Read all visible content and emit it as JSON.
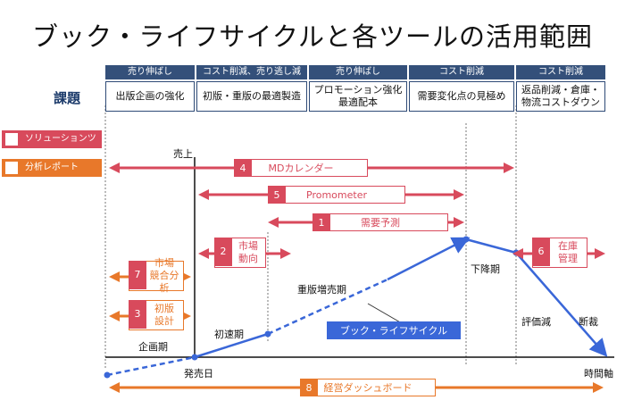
{
  "title": "ブック・ライフサイクルと各ツールの活用範囲",
  "kadai_label": "課題",
  "columns": [
    {
      "category": "売り伸ばし",
      "issue": "出版企画の強化"
    },
    {
      "category": "コスト削減、売り逃し減",
      "issue": "初版・重版の最適製造"
    },
    {
      "category": "売り伸ばし",
      "issue": "プロモーション強化\n最適配本"
    },
    {
      "category": "コスト削減",
      "issue": "需要変化点の見極め"
    },
    {
      "category": "コスト削減",
      "issue": "返品削減・倉庫・\n物流コストダウン"
    }
  ],
  "legend": {
    "solution": "ソリューションツール",
    "report": "分析レポート"
  },
  "axes": {
    "y": "売上",
    "x": "時間軸",
    "release": "発売日"
  },
  "phases": {
    "planning": "企画期",
    "early": "初速期",
    "reprint": "重版増売期",
    "decline": "下降期",
    "evaluation": "評価減",
    "discontinue": "断裁"
  },
  "tools": {
    "t4": {
      "num": "4",
      "label": "MDカレンダー"
    },
    "t5": {
      "num": "5",
      "label": "Promometer"
    },
    "t1": {
      "num": "1",
      "label": "需要予測"
    },
    "t2": {
      "num": "2",
      "label": "市場\n動向"
    },
    "t6": {
      "num": "6",
      "label": "在庫\n管理"
    },
    "t7": {
      "num": "7",
      "label": "市場\n競合分析"
    },
    "t3": {
      "num": "3",
      "label": "初版\n設計"
    },
    "t8": {
      "num": "8",
      "label": "経営ダッシュボード"
    }
  },
  "plc_label": "ブック・ライフサイクル",
  "colors": {
    "header": "#34507a",
    "solution": "#d84a5c",
    "report": "#e8782a",
    "curve": "#3a67d8"
  }
}
